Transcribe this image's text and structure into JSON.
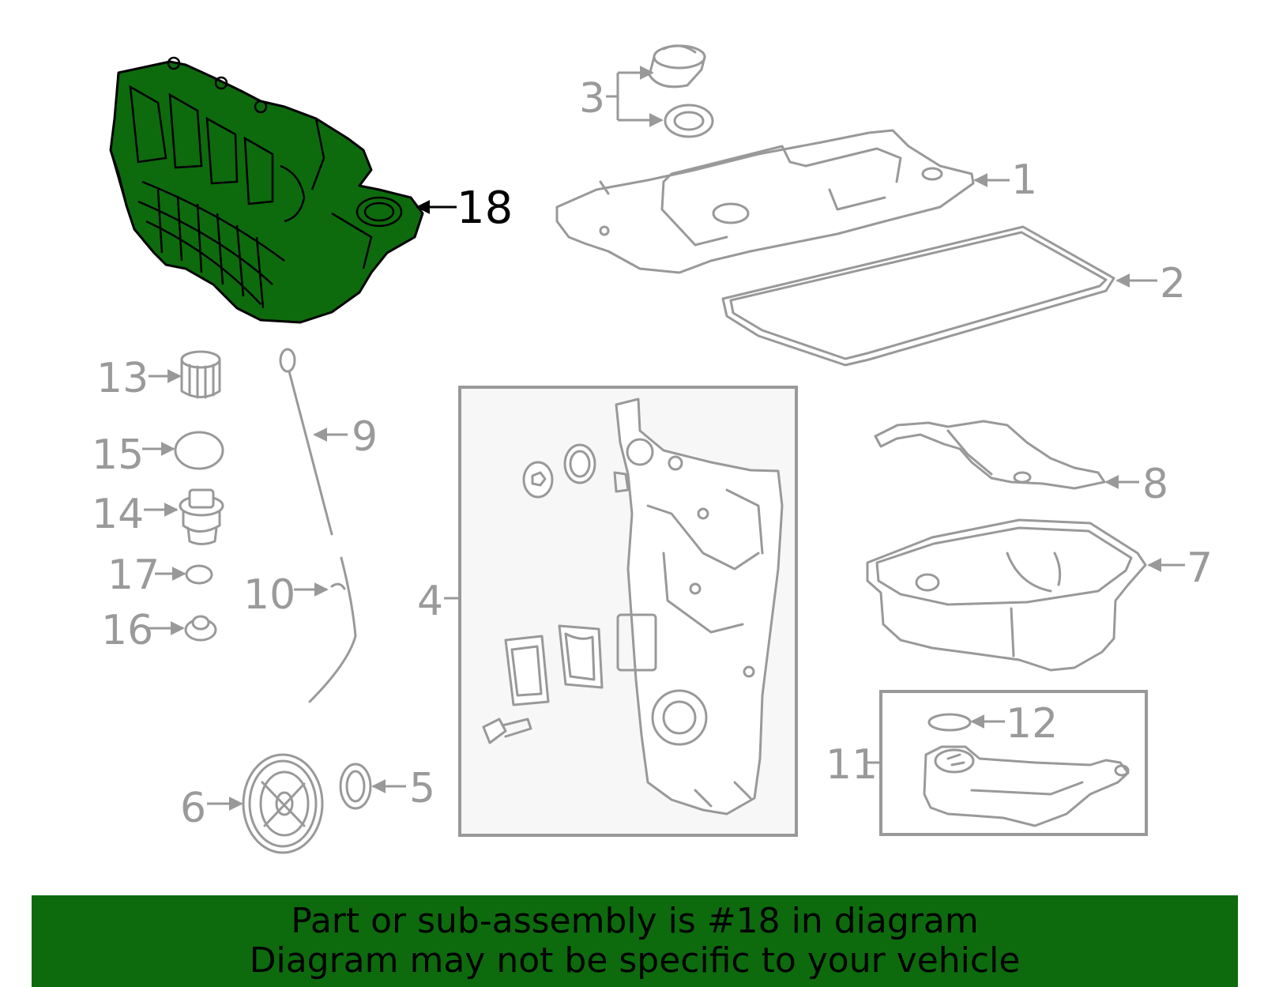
{
  "diagram": {
    "highlight_color": "#0d6b0d",
    "line_color": "#999999",
    "callouts": {
      "c1": "1",
      "c2": "2",
      "c3": "3",
      "c4": "4",
      "c5": "5",
      "c6": "6",
      "c7": "7",
      "c8": "8",
      "c9": "9",
      "c10": "10",
      "c11": "11",
      "c12": "12",
      "c13": "13",
      "c14": "14",
      "c15": "15",
      "c16": "16",
      "c17": "17",
      "c18": "18"
    },
    "highlighted_part": "18"
  },
  "banner": {
    "line1": "Part or sub-assembly is #18 in diagram",
    "line2": "Diagram may not be specific to your vehicle",
    "background": "#0d6b0d"
  }
}
